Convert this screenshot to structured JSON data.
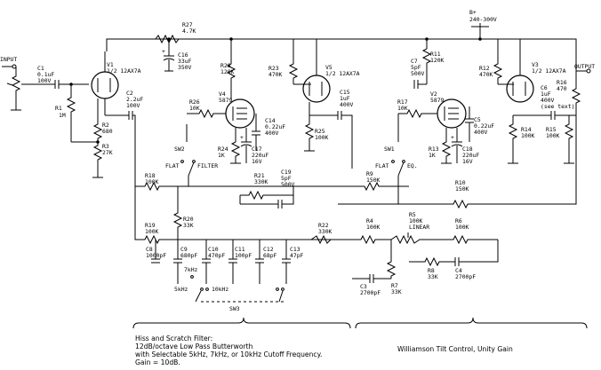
{
  "supply": {
    "b_plus": "B+",
    "voltage": "240-300V"
  },
  "io": {
    "input": "INPUT",
    "output": "OUTPUT"
  },
  "tubes": {
    "v1": {
      "ref": "V1",
      "type": "1/2 12AX7A"
    },
    "v2": {
      "ref": "V2",
      "type": "5879"
    },
    "v3": {
      "ref": "V3",
      "type": "1/2 12AX7A"
    },
    "v4": {
      "ref": "V4",
      "type": "5879"
    },
    "v5": {
      "ref": "V5",
      "type": "1/2 12AX7A"
    }
  },
  "resistors": {
    "r1": {
      "ref": "R1",
      "value": "1M"
    },
    "r2": {
      "ref": "R2",
      "value": "680"
    },
    "r3": {
      "ref": "R3",
      "value": "27K"
    },
    "r4": {
      "ref": "R4",
      "value": "100K"
    },
    "r5": {
      "ref": "R5",
      "value": "100K",
      "note": "LINEAR"
    },
    "r6": {
      "ref": "R6",
      "value": "100K"
    },
    "r7": {
      "ref": "R7",
      "value": "33K"
    },
    "r8": {
      "ref": "R8",
      "value": "33K"
    },
    "r9": {
      "ref": "R9",
      "value": "150K"
    },
    "r10": {
      "ref": "R10",
      "value": "150K"
    },
    "r11": {
      "ref": "R11",
      "value": "120K"
    },
    "r12": {
      "ref": "R12",
      "value": "470K"
    },
    "r13": {
      "ref": "R13",
      "value": "1K"
    },
    "r14": {
      "ref": "R14",
      "value": "100K"
    },
    "r15": {
      "ref": "R15",
      "value": "100K"
    },
    "r16": {
      "ref": "R16",
      "value": "470"
    },
    "r17": {
      "ref": "R17",
      "value": "10K"
    },
    "r18": {
      "ref": "R18",
      "value": "100K"
    },
    "r19": {
      "ref": "R19",
      "value": "100K"
    },
    "r20": {
      "ref": "R20",
      "value": "33K"
    },
    "r21": {
      "ref": "R21",
      "value": "330K"
    },
    "r22": {
      "ref": "R22",
      "value": "330K"
    },
    "r23": {
      "ref": "R23",
      "value": "470K"
    },
    "r24": {
      "ref": "R24",
      "value": "1K"
    },
    "r25": {
      "ref": "R25",
      "value": "100K"
    },
    "r26": {
      "ref": "R26",
      "value": "10K"
    },
    "r27": {
      "ref": "R27",
      "value": "4.7K"
    },
    "r28": {
      "ref": "R28",
      "value": "120K"
    }
  },
  "capacitors": {
    "c1": {
      "ref": "C1",
      "value": "0.1uF",
      "rating": "100V"
    },
    "c2": {
      "ref": "C2",
      "value": "2.2uF",
      "rating": "100V"
    },
    "c3": {
      "ref": "C3",
      "value": "2700pF"
    },
    "c4": {
      "ref": "C4",
      "value": "2700pF"
    },
    "c5": {
      "ref": "C5",
      "value": "0.22uF",
      "rating": "400V"
    },
    "c6": {
      "ref": "C6",
      "value": "1uF",
      "rating": "400V",
      "note": "(see text)"
    },
    "c7": {
      "ref": "C7",
      "value": "5pF",
      "rating": "500V"
    },
    "c8": {
      "ref": "C8",
      "value": "1000pF"
    },
    "c9": {
      "ref": "C9",
      "value": "680pF"
    },
    "c10": {
      "ref": "C10",
      "value": "470pF"
    },
    "c11": {
      "ref": "C11",
      "value": "100pF"
    },
    "c12": {
      "ref": "C12",
      "value": "68pF"
    },
    "c13": {
      "ref": "C13",
      "value": "47pF"
    },
    "c14": {
      "ref": "C14",
      "value": "0.22uF",
      "rating": "400V"
    },
    "c15": {
      "ref": "C15",
      "value": "1uF",
      "rating": "400V"
    },
    "c16": {
      "ref": "C16",
      "value": "33uF",
      "rating": "350V"
    },
    "c17": {
      "ref": "C17",
      "value": "220uF",
      "rating": "16V"
    },
    "c18": {
      "ref": "C18",
      "value": "220uF",
      "rating": "16V"
    },
    "c19": {
      "ref": "C19",
      "value": "5pF",
      "rating": "500V"
    }
  },
  "switches": {
    "sw1": {
      "ref": "SW1",
      "flat": "FLAT",
      "other": "EQ."
    },
    "sw2": {
      "ref": "SW2",
      "flat": "FLAT",
      "other": "FILTER"
    },
    "sw3": {
      "ref": "SW3",
      "pos_5k": "5kHz",
      "pos_7k": "7kHz",
      "pos_10k": "10kHz"
    }
  },
  "captions": {
    "filter_line1": "Hiss and Scratch Filter:",
    "filter_line2": "12dB/octave Low Pass Butterworth",
    "filter_line3": "with Selectable 5kHz, 7kHz, or 10kHz Cutoff Frequency.",
    "filter_line4": "Gain = 10dB.",
    "tilt": "Williamson Tilt Control, Unity Gain"
  }
}
